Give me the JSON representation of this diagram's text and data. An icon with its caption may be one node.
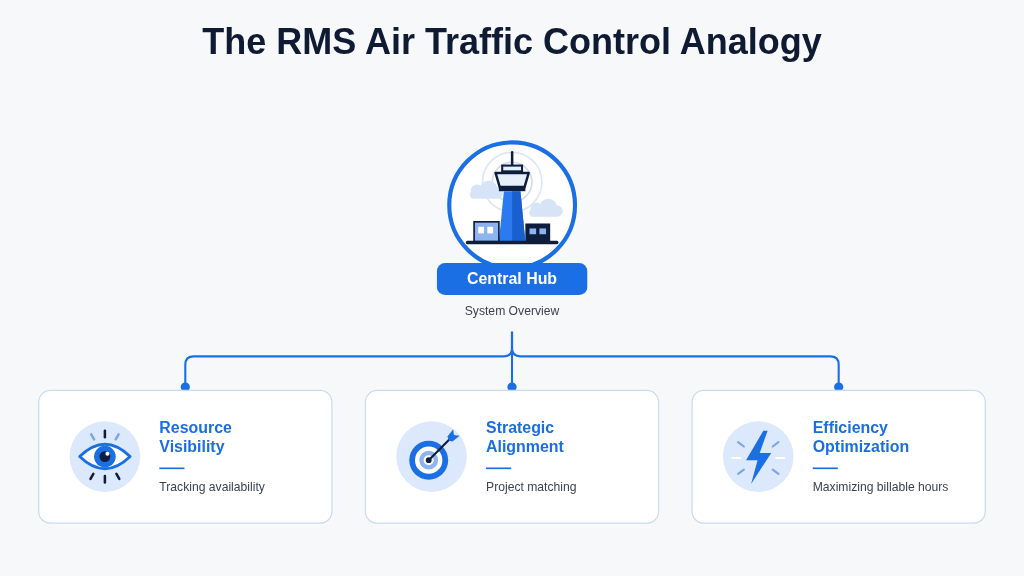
{
  "diagram": {
    "title": "The RMS Air Traffic Control Analogy",
    "nodes": [
      {
        "text": [
          "Central Hub"
        ],
        "beside": [
          "System Overview"
        ]
      },
      {
        "text": [
          "Resource Visibility",
          "Tracking availability"
        ]
      },
      {
        "text": [
          "Strategic Alignment",
          "Project matching"
        ]
      },
      {
        "text": [
          "Efficiency Optimization",
          "Maximizing billable hours"
        ]
      }
    ],
    "edges": [
      {
        "from": 0,
        "to": 1,
        "arrow": "other"
      },
      {
        "from": 0,
        "to": 2,
        "arrow": "other"
      },
      {
        "from": 0,
        "to": 3,
        "arrow": "other"
      }
    ]
  }
}
